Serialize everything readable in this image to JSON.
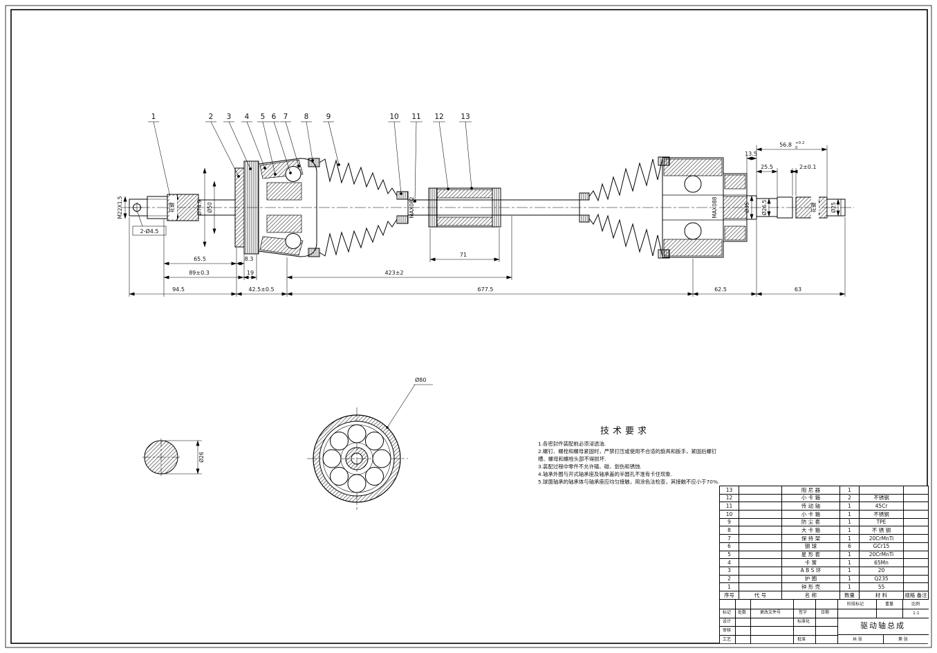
{
  "callouts": {
    "labels": [
      "1",
      "2",
      "3",
      "4",
      "5",
      "6",
      "7",
      "8",
      "9",
      "10",
      "11",
      "12",
      "13"
    ]
  },
  "dims": {
    "m22": "M22X1.5",
    "holes": "2-Ø4.5",
    "spline_left": "花键",
    "d74_9": "Ø74.9",
    "d50": "Ø50",
    "d65_5": "65.5",
    "d8_3": "8.3",
    "d89": "89±0.3",
    "d19": "19",
    "d94_5": "94.5",
    "d42_5": "42.5±0.5",
    "d423": "423±2",
    "d71": "71",
    "d677_5": "677.5",
    "d62_5": "62.5",
    "d63": "63",
    "max082": "MAX082",
    "max088": "MAX088",
    "d13_5": "13.5",
    "d56_8": "56.8",
    "tol_hi": "+0.2",
    "tol_lo": "0",
    "d25_5": "25.5",
    "d2": "2±0.1",
    "d35": "Ø35",
    "d26_5": "Ø26.5",
    "spline_right": "花键",
    "d25": "Ø25",
    "d80": "Ø80",
    "d26": "Ø26"
  },
  "tech": {
    "title": "技术要求",
    "lines": [
      "1.各密封件装配前必须浸透油.",
      "2.螺钉、螺栓和螺母紧固时，严禁打压或使用不合适的旋具和扳手，紧固后螺钉",
      "槽、螺母和螺栓头部不得损坏.",
      "3.装配过程中零件不允许磕、碰、划伤和锈蚀.",
      "4.轴承外圈与开式轴承座及轴承盖的半圆孔不准有卡住现象.",
      "5.球面轴承的轴承体与轴承座应均匀接触，用涂色法检查，其接触不应小于70%."
    ]
  },
  "bom": {
    "headers": [
      "序号",
      "代 号",
      "名 称",
      "数量",
      "材 料",
      "规格 备注"
    ],
    "rows": [
      {
        "no": "13",
        "code": "",
        "name": "阻 尼 器",
        "qty": "1",
        "mat": "",
        "spec": ""
      },
      {
        "no": "12",
        "code": "",
        "name": "小 卡 箍",
        "qty": "2",
        "mat": "不锈钢",
        "spec": ""
      },
      {
        "no": "11",
        "code": "",
        "name": "传 动 轴",
        "qty": "1",
        "mat": "45Cr",
        "spec": ""
      },
      {
        "no": "10",
        "code": "",
        "name": "小 卡 箍",
        "qty": "1",
        "mat": "不锈钢",
        "spec": ""
      },
      {
        "no": "9",
        "code": "",
        "name": "防 尘 套",
        "qty": "1",
        "mat": "TPE",
        "spec": ""
      },
      {
        "no": "8",
        "code": "",
        "name": "大 卡 箍",
        "qty": "1",
        "mat": "不 锈 钢",
        "spec": ""
      },
      {
        "no": "7",
        "code": "",
        "name": "保 持 架",
        "qty": "1",
        "mat": "20CrMnTi",
        "spec": ""
      },
      {
        "no": "6",
        "code": "",
        "name": "钢 球",
        "qty": "6",
        "mat": "GCr15",
        "spec": ""
      },
      {
        "no": "5",
        "code": "",
        "name": "星 形 套",
        "qty": "1",
        "mat": "20CrMnTi",
        "spec": ""
      },
      {
        "no": "4",
        "code": "",
        "name": "卡 簧",
        "qty": "1",
        "mat": "65Mn",
        "spec": ""
      },
      {
        "no": "3",
        "code": "",
        "name": "A B S 环",
        "qty": "1",
        "mat": "20",
        "spec": ""
      },
      {
        "no": "2",
        "code": "",
        "name": "护 圈",
        "qty": "1",
        "mat": "Q235",
        "spec": ""
      },
      {
        "no": "1",
        "code": "",
        "name": "钟 形 壳",
        "qty": "1",
        "mat": "55",
        "spec": ""
      }
    ]
  },
  "titleblock": {
    "title": "驱动轴总成",
    "mark": "标记",
    "count": "处数",
    "doc": "更改文件号",
    "sign": "签字",
    "date": "日期",
    "design": "设计",
    "std": "标准化",
    "check": "审核",
    "process": "工艺",
    "approve": "批准",
    "stage": "阶段标记",
    "weight": "重量",
    "scale": "比例",
    "scale_value": "1:1",
    "sheets": "共 张",
    "sheet": "第 张"
  }
}
